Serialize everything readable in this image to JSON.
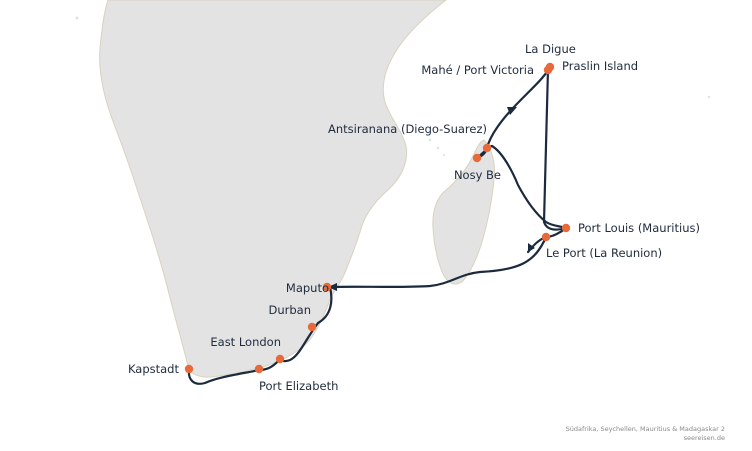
{
  "map": {
    "colors": {
      "land": "#e3e3e3",
      "coast": "#d9d2c0",
      "route": "#1c2a3e",
      "port": "#e8693a"
    },
    "ports": [
      {
        "id": "la-digue",
        "name": "La Digue"
      },
      {
        "id": "praslin",
        "name": "Praslin Island"
      },
      {
        "id": "mahe",
        "name": "Mahé / Port Victoria"
      },
      {
        "id": "antsiranana",
        "name": "Antsiranana (Diego-Suarez)"
      },
      {
        "id": "nosy-be",
        "name": "Nosy Be"
      },
      {
        "id": "port-louis",
        "name": "Port Louis (Mauritius)"
      },
      {
        "id": "le-port",
        "name": "Le Port (La Reunion)"
      },
      {
        "id": "maputo",
        "name": "Maputo"
      },
      {
        "id": "durban",
        "name": "Durban"
      },
      {
        "id": "east-london",
        "name": "East London"
      },
      {
        "id": "port-elizabeth",
        "name": "Port Elizabeth"
      },
      {
        "id": "kapstadt",
        "name": "Kapstadt"
      }
    ],
    "credit": {
      "line1": "Südafrika, Seychellen, Mauritius & Madagaskar 2",
      "line2": "seereisen.de"
    }
  }
}
